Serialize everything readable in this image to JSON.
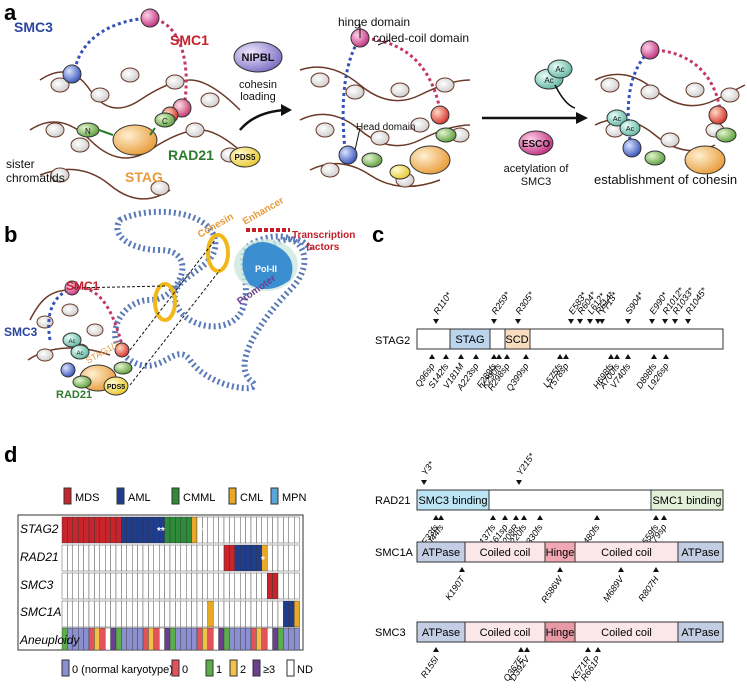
{
  "panels": {
    "a": "a",
    "b": "b",
    "c": "c",
    "d": "d"
  },
  "panel_a": {
    "smc3": "SMC3",
    "smc1": "SMC1",
    "nipbl": "NIPBL",
    "cohesin_loading_1": "cohesin",
    "cohesin_loading_2": "loading",
    "n": "N",
    "c": "C",
    "rad21": "RAD21",
    "stag": "STAG",
    "pds5": "PDS5",
    "sister_1": "sister",
    "sister_2": "chromatids",
    "hinge": "hinge domain",
    "coiled": "coiled-coil domain",
    "head": "Head domain",
    "ac": "Ac",
    "esco": "ESCO",
    "acet_1": "acetylation of",
    "acet_2": "SMC3",
    "establishment": "establishment of cohesin"
  },
  "panel_b": {
    "smc1": "SMC1",
    "smc3": "SMC3",
    "stag12": "STAG1/2",
    "pds5": "PDS5",
    "rad21": "RAD21",
    "ac": "Ac",
    "cohesin": "Cohesin",
    "enhancer": "Enhancer",
    "tf_1": "Transcription",
    "tf_2": "factors",
    "polii": "Pol-II",
    "promoter": "Promoter"
  },
  "panel_c": {
    "stag2": {
      "name": "STAG2",
      "domains": [
        "STAG",
        "SCD"
      ],
      "top": [
        "R110*",
        "R259*",
        "R305*",
        "E583*",
        "R604*",
        "L612*",
        "R614*",
        "Y713*",
        "S904*",
        "E990*",
        "R1012*",
        "R1033*",
        "R1045*"
      ],
      "bottom": [
        "Q96sp",
        "S142fs",
        "V181M",
        "A223sp",
        "F289fs",
        "K290fs",
        "R298sp",
        "Q399sp",
        "L575fs",
        "Y578sp",
        "H698fs",
        "A700fs",
        "V740fs",
        "D898fs",
        "L926sp"
      ]
    },
    "rad21": {
      "name": "RAD21",
      "domains": [
        "SMC3 binding",
        "SMC1 binding"
      ],
      "top": [
        "Y3*",
        "Y215*"
      ],
      "bottom": [
        "F33fs",
        "I44fs",
        "Q137fs",
        "G161sp",
        "H208R",
        "F220fs",
        "K330fs",
        "A480fs",
        "R559fs",
        "R579sp"
      ]
    },
    "smc1a": {
      "name": "SMC1A",
      "domains": [
        "ATPase",
        "Coiled coil",
        "Hinge",
        "Coiled coil",
        "ATPase"
      ],
      "bottom": [
        "K190T",
        "R586W",
        "M689V",
        "R807H"
      ]
    },
    "smc3": {
      "name": "SMC3",
      "domains": [
        "ATPase",
        "Coiled coil",
        "Hinge",
        "Coiled coil",
        "ATPase"
      ],
      "bottom": [
        "R155I",
        "Q367E",
        "D392V",
        "K571R",
        "R661P"
      ]
    }
  },
  "panel_d": {
    "legend_top": [
      {
        "label": "MDS",
        "color": "#c8242c"
      },
      {
        "label": "AML",
        "color": "#1f3d8c"
      },
      {
        "label": "CMML",
        "color": "#2e8b3a"
      },
      {
        "label": "CML",
        "color": "#e9a825"
      },
      {
        "label": "MPN",
        "color": "#5aa6d6"
      }
    ],
    "rows": [
      "STAG2",
      "RAD21",
      "SMC3",
      "SMC1A",
      "Aneuploidy"
    ],
    "stars_stag2": "**",
    "stars_stag2b": "**",
    "stars_rad21": "*",
    "legend_bottom": [
      {
        "label": "0 (normal karyotype)",
        "color": "#8c8fd0"
      },
      {
        "label": "0",
        "color": "#e4525a"
      },
      {
        "label": "1",
        "color": "#5cae4a"
      },
      {
        "label": "2",
        "color": "#f0c24b"
      },
      {
        "label": "≥3",
        "color": "#6a3f8f"
      },
      {
        "label": "ND",
        "color": "#ffffff"
      }
    ]
  }
}
